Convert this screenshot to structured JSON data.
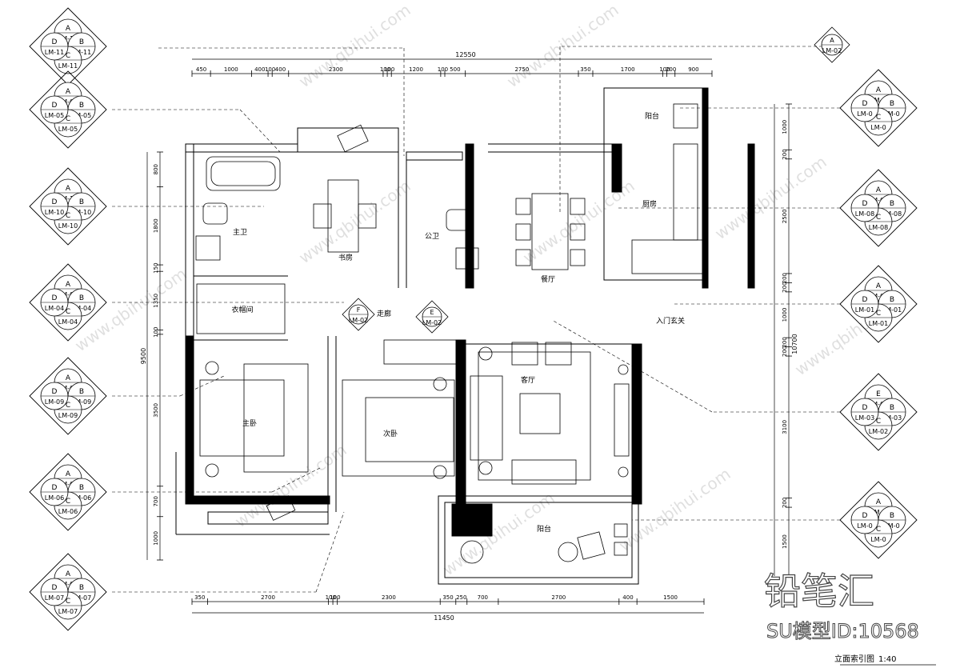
{
  "title": "立面索引图",
  "scale": "1:40",
  "overall_dims": {
    "top": "12550",
    "bottom": "11450",
    "right": "10700",
    "left": "9500"
  },
  "top_dims": [
    "450",
    "1000",
    "400",
    "100",
    "400",
    "2300",
    "100",
    "100",
    "1200",
    "100",
    "500",
    "2750",
    "350",
    "1700",
    "100",
    "200",
    "900"
  ],
  "bottom_dims": [
    "350",
    "2700",
    "100",
    "100",
    "2300",
    "350",
    "250",
    "700",
    "2700",
    "400",
    "1500"
  ],
  "left_dims": [
    "800",
    "1800",
    "150",
    "1350",
    "100",
    "3500",
    "700",
    "1000"
  ],
  "right_dims": [
    "1000",
    "200",
    "2500",
    "200",
    "200",
    "1000",
    "200",
    "200",
    "3100",
    "200",
    "1500"
  ],
  "rooms": {
    "master_bath": "主卫",
    "study": "书房",
    "common_bath": "公卫",
    "dining": "餐厅",
    "kitchen": "厨房",
    "balcony_top": "阳台",
    "closet": "衣帽间",
    "corridor": "走廊",
    "entrance": "入门玄关",
    "master_bedroom": "主卧",
    "second_bedroom": "次卧",
    "living": "客厅",
    "balcony_bottom": "阳台"
  },
  "left_symbols": [
    {
      "a": "A",
      "b": "B",
      "c": "C",
      "d": "D",
      "t": "LM-11",
      "r": "LM-11",
      "bt": "LM-11",
      "l": "LM-11"
    },
    {
      "a": "A",
      "b": "B",
      "c": "C",
      "d": "D",
      "t": "LM-05",
      "r": "LM-05",
      "bt": "LM-05",
      "l": "LM-05"
    },
    {
      "a": "A",
      "b": "B",
      "c": "C",
      "d": "D",
      "t": "LM-10",
      "r": "LM-10",
      "bt": "LM-10",
      "l": "LM-10"
    },
    {
      "a": "A",
      "b": "B",
      "c": "C",
      "d": "D",
      "t": "LM-04",
      "r": "LM-04",
      "bt": "LM-04",
      "l": "LM-04"
    },
    {
      "a": "A",
      "b": "B",
      "c": "C",
      "d": "D",
      "t": "LM-09",
      "r": "LM-09",
      "bt": "LM-09",
      "l": "LM-09"
    },
    {
      "a": "A",
      "b": "B",
      "c": "C",
      "d": "D",
      "t": "LM-06",
      "r": "LM-06",
      "bt": "LM-06",
      "l": "LM-06"
    },
    {
      "a": "A",
      "b": "B",
      "c": "C",
      "d": "D",
      "t": "LM-07",
      "r": "LM-07",
      "bt": "LM-07",
      "l": "LM-07"
    }
  ],
  "right_symbols": [
    {
      "a": "A",
      "b": "B",
      "c": "C",
      "d": "D",
      "t": "LM-0",
      "r": "LM-0",
      "bt": "LM-0",
      "l": "LM-0"
    },
    {
      "a": "A",
      "b": "B",
      "c": "C",
      "d": "D",
      "t": "LM-08",
      "r": "LM-08",
      "bt": "LM-08",
      "l": "LM-08"
    },
    {
      "a": "A",
      "b": "B",
      "c": "C",
      "d": "D",
      "t": "LM-01",
      "r": "LM-01",
      "bt": "LM-01",
      "l": "LM-01"
    },
    {
      "a": "E",
      "b": "B",
      "c": "C",
      "d": "D",
      "t": "LM-02",
      "r": "LM-03",
      "bt": "LM-02",
      "l": "LM-03"
    },
    {
      "a": "A",
      "b": "B",
      "c": "C",
      "d": "D",
      "t": "LM-0",
      "r": "LM-0",
      "bt": "LM-0",
      "l": "LM-0"
    }
  ],
  "single_symbols": {
    "top_right": {
      "letter": "A",
      "code": "LM-02"
    },
    "corridor_f": {
      "letter": "F",
      "code": "LM-02"
    },
    "corridor_e": {
      "letter": "E",
      "code": "LM-02"
    }
  },
  "watermark": {
    "brand": "铅笔汇",
    "model_id": "SU模型ID:10568",
    "site": "www.qbihui.com"
  }
}
